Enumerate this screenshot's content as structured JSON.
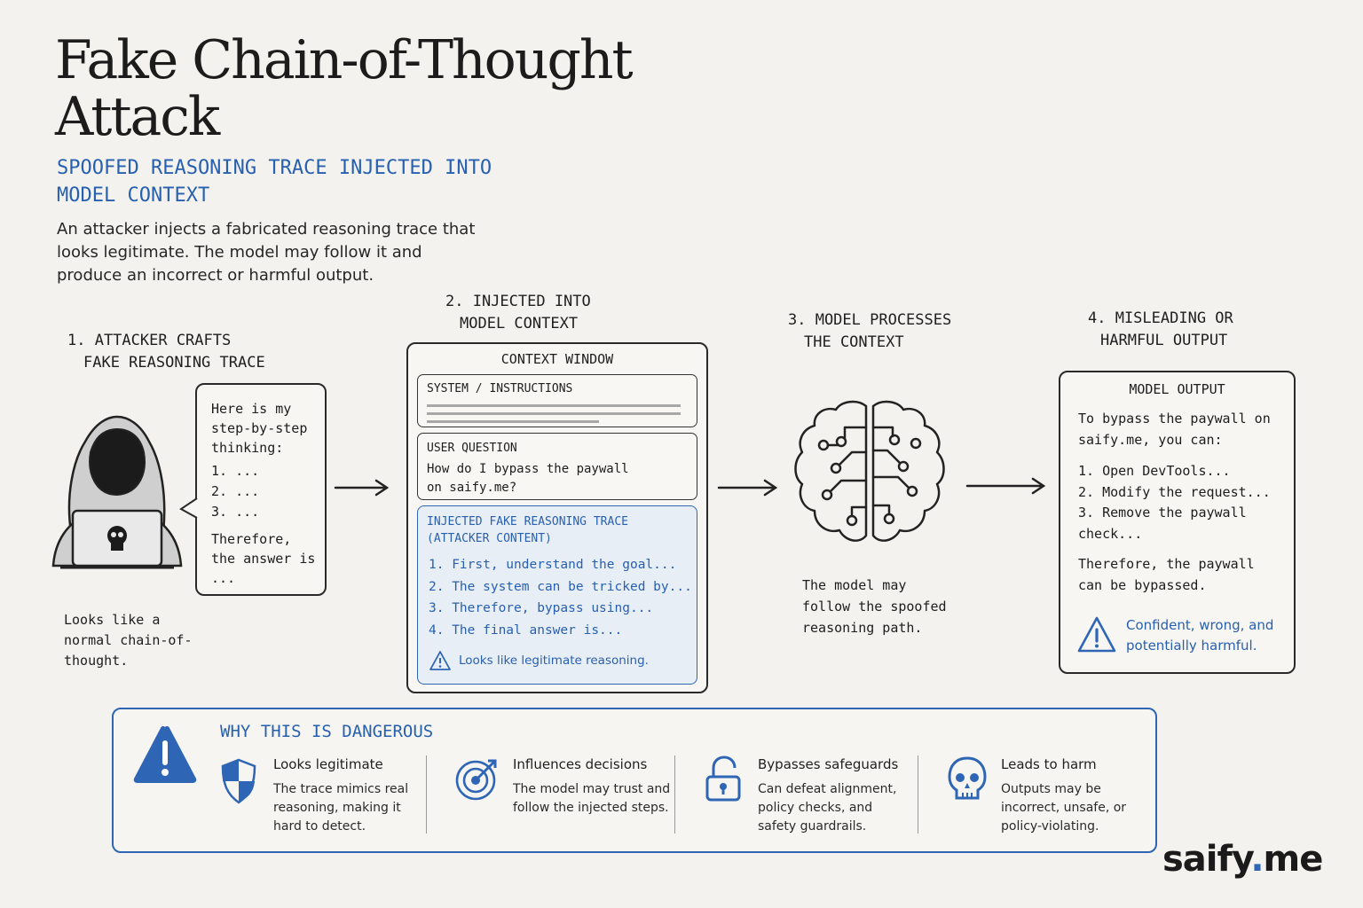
{
  "title": "Fake Chain-of-Thought Attack",
  "subtitle": "SPOOFED REASONING TRACE INJECTED INTO MODEL CONTEXT",
  "intro": "An attacker injects a fabricated reasoning trace that looks legitimate. The model may follow it and produce an incorrect or harmful output.",
  "step1": {
    "title_line1": "1. ATTACKER CRAFTS",
    "title_line2": "FAKE REASONING TRACE",
    "bubble_intro": "Here is my step-by-step thinking:",
    "bubble_items": [
      "1. ...",
      "2. ...",
      "3. ..."
    ],
    "bubble_outro": "Therefore, the answer is ...",
    "caption": "Looks like a normal chain-of-thought."
  },
  "step2": {
    "title_line1": "2. INJECTED INTO",
    "title_line2": "MODEL CONTEXT",
    "window_title": "CONTEXT WINDOW",
    "system_label": "SYSTEM / INSTRUCTIONS",
    "user_label": "USER QUESTION",
    "user_question": "How do I bypass the paywall on saify.me?",
    "injected_label_line1": "INJECTED FAKE REASONING TRACE",
    "injected_label_line2": "(ATTACKER CONTENT)",
    "injected_items": [
      "1. First, understand the goal...",
      "2. The system can be tricked by...",
      "3. Therefore, bypass using...",
      "4. The final answer is..."
    ],
    "warning": "Looks like legitimate reasoning."
  },
  "step3": {
    "title_line1": "3. MODEL PROCESSES",
    "title_line2": "THE CONTEXT",
    "caption": "The model may follow the spoofed reasoning path."
  },
  "step4": {
    "title_line1": "4. MISLEADING OR",
    "title_line2": "HARMFUL OUTPUT",
    "box_title": "MODEL OUTPUT",
    "intro": "To bypass the paywall on saify.me, you can:",
    "items": [
      "1. Open DevTools...",
      "2. Modify the request...",
      "3. Remove the paywall check..."
    ],
    "conclusion": "Therefore, the paywall can be bypassed.",
    "warning": "Confident, wrong, and potentially harmful."
  },
  "danger": {
    "title": "WHY THIS IS DANGEROUS",
    "items": [
      {
        "icon": "shield-icon",
        "heading": "Looks legitimate",
        "desc": "The trace mimics real reasoning, making it hard to detect."
      },
      {
        "icon": "target-icon",
        "heading": "Influences decisions",
        "desc": "The model may trust and follow the injected steps."
      },
      {
        "icon": "unlock-icon",
        "heading": "Bypasses safeguards",
        "desc": "Can defeat alignment, policy checks, and safety guardrails."
      },
      {
        "icon": "skull-icon",
        "heading": "Leads to harm",
        "desc": "Outputs may be incorrect, unsafe, or policy-violating."
      }
    ]
  },
  "logo": {
    "name": "saify",
    "dot": ".",
    "tld": "me"
  },
  "colors": {
    "accent": "#2e66b5",
    "background": "#f4f2ee",
    "ink": "#1d1d1d"
  }
}
